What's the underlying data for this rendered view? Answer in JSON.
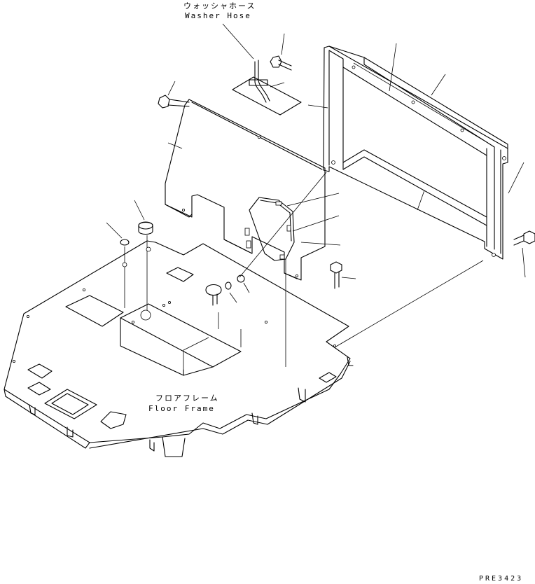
{
  "labels": {
    "washer_hose_jp": "ウォッシャホース",
    "washer_hose_en": "Washer Hose",
    "floor_frame_jp": "フロアフレーム",
    "floor_frame_en": "Floor Frame",
    "drawing_code": "PRE3423"
  }
}
